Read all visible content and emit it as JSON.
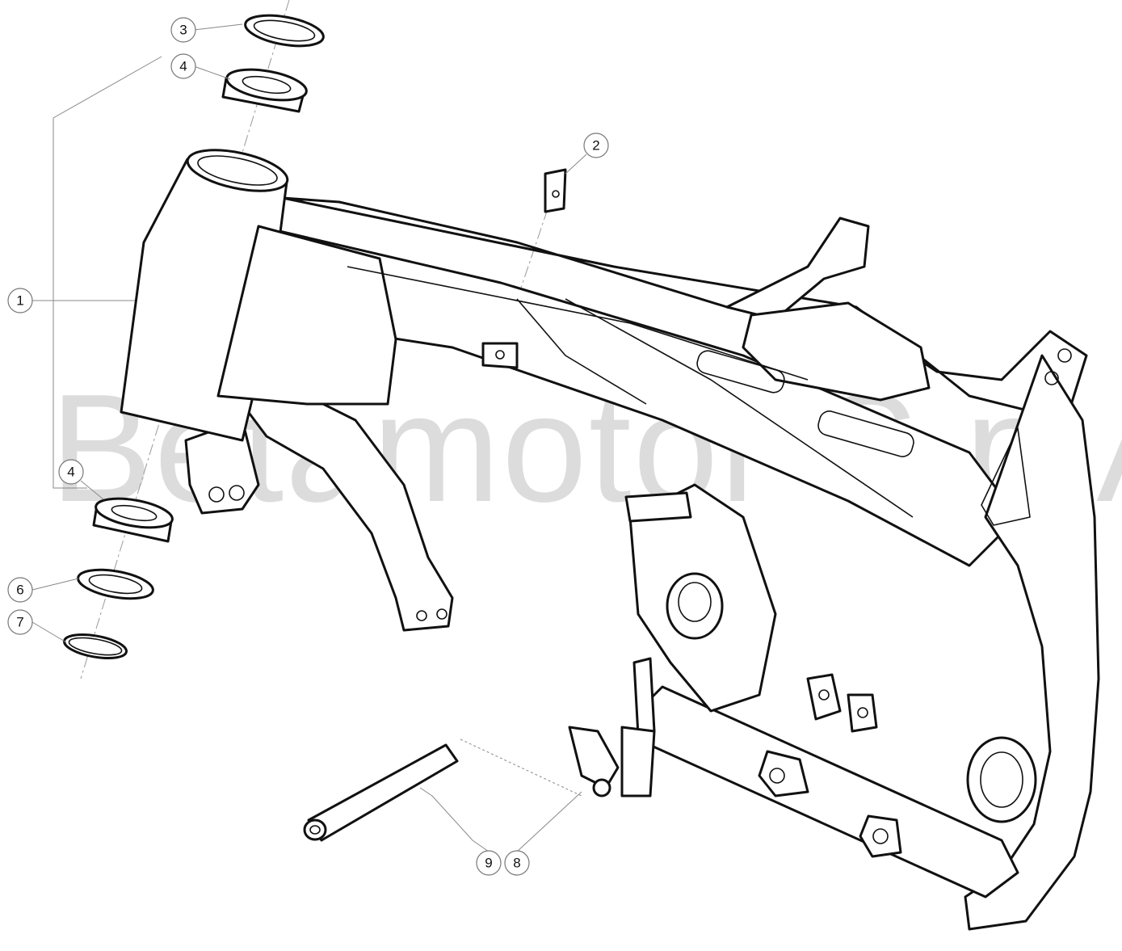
{
  "watermark": "Betamotor S.p.A.",
  "callouts": {
    "c1": "1",
    "c2": "2",
    "c3": "3",
    "c4a": "4",
    "c4b": "4",
    "c6": "6",
    "c7": "7",
    "c8": "8",
    "c9": "9"
  }
}
